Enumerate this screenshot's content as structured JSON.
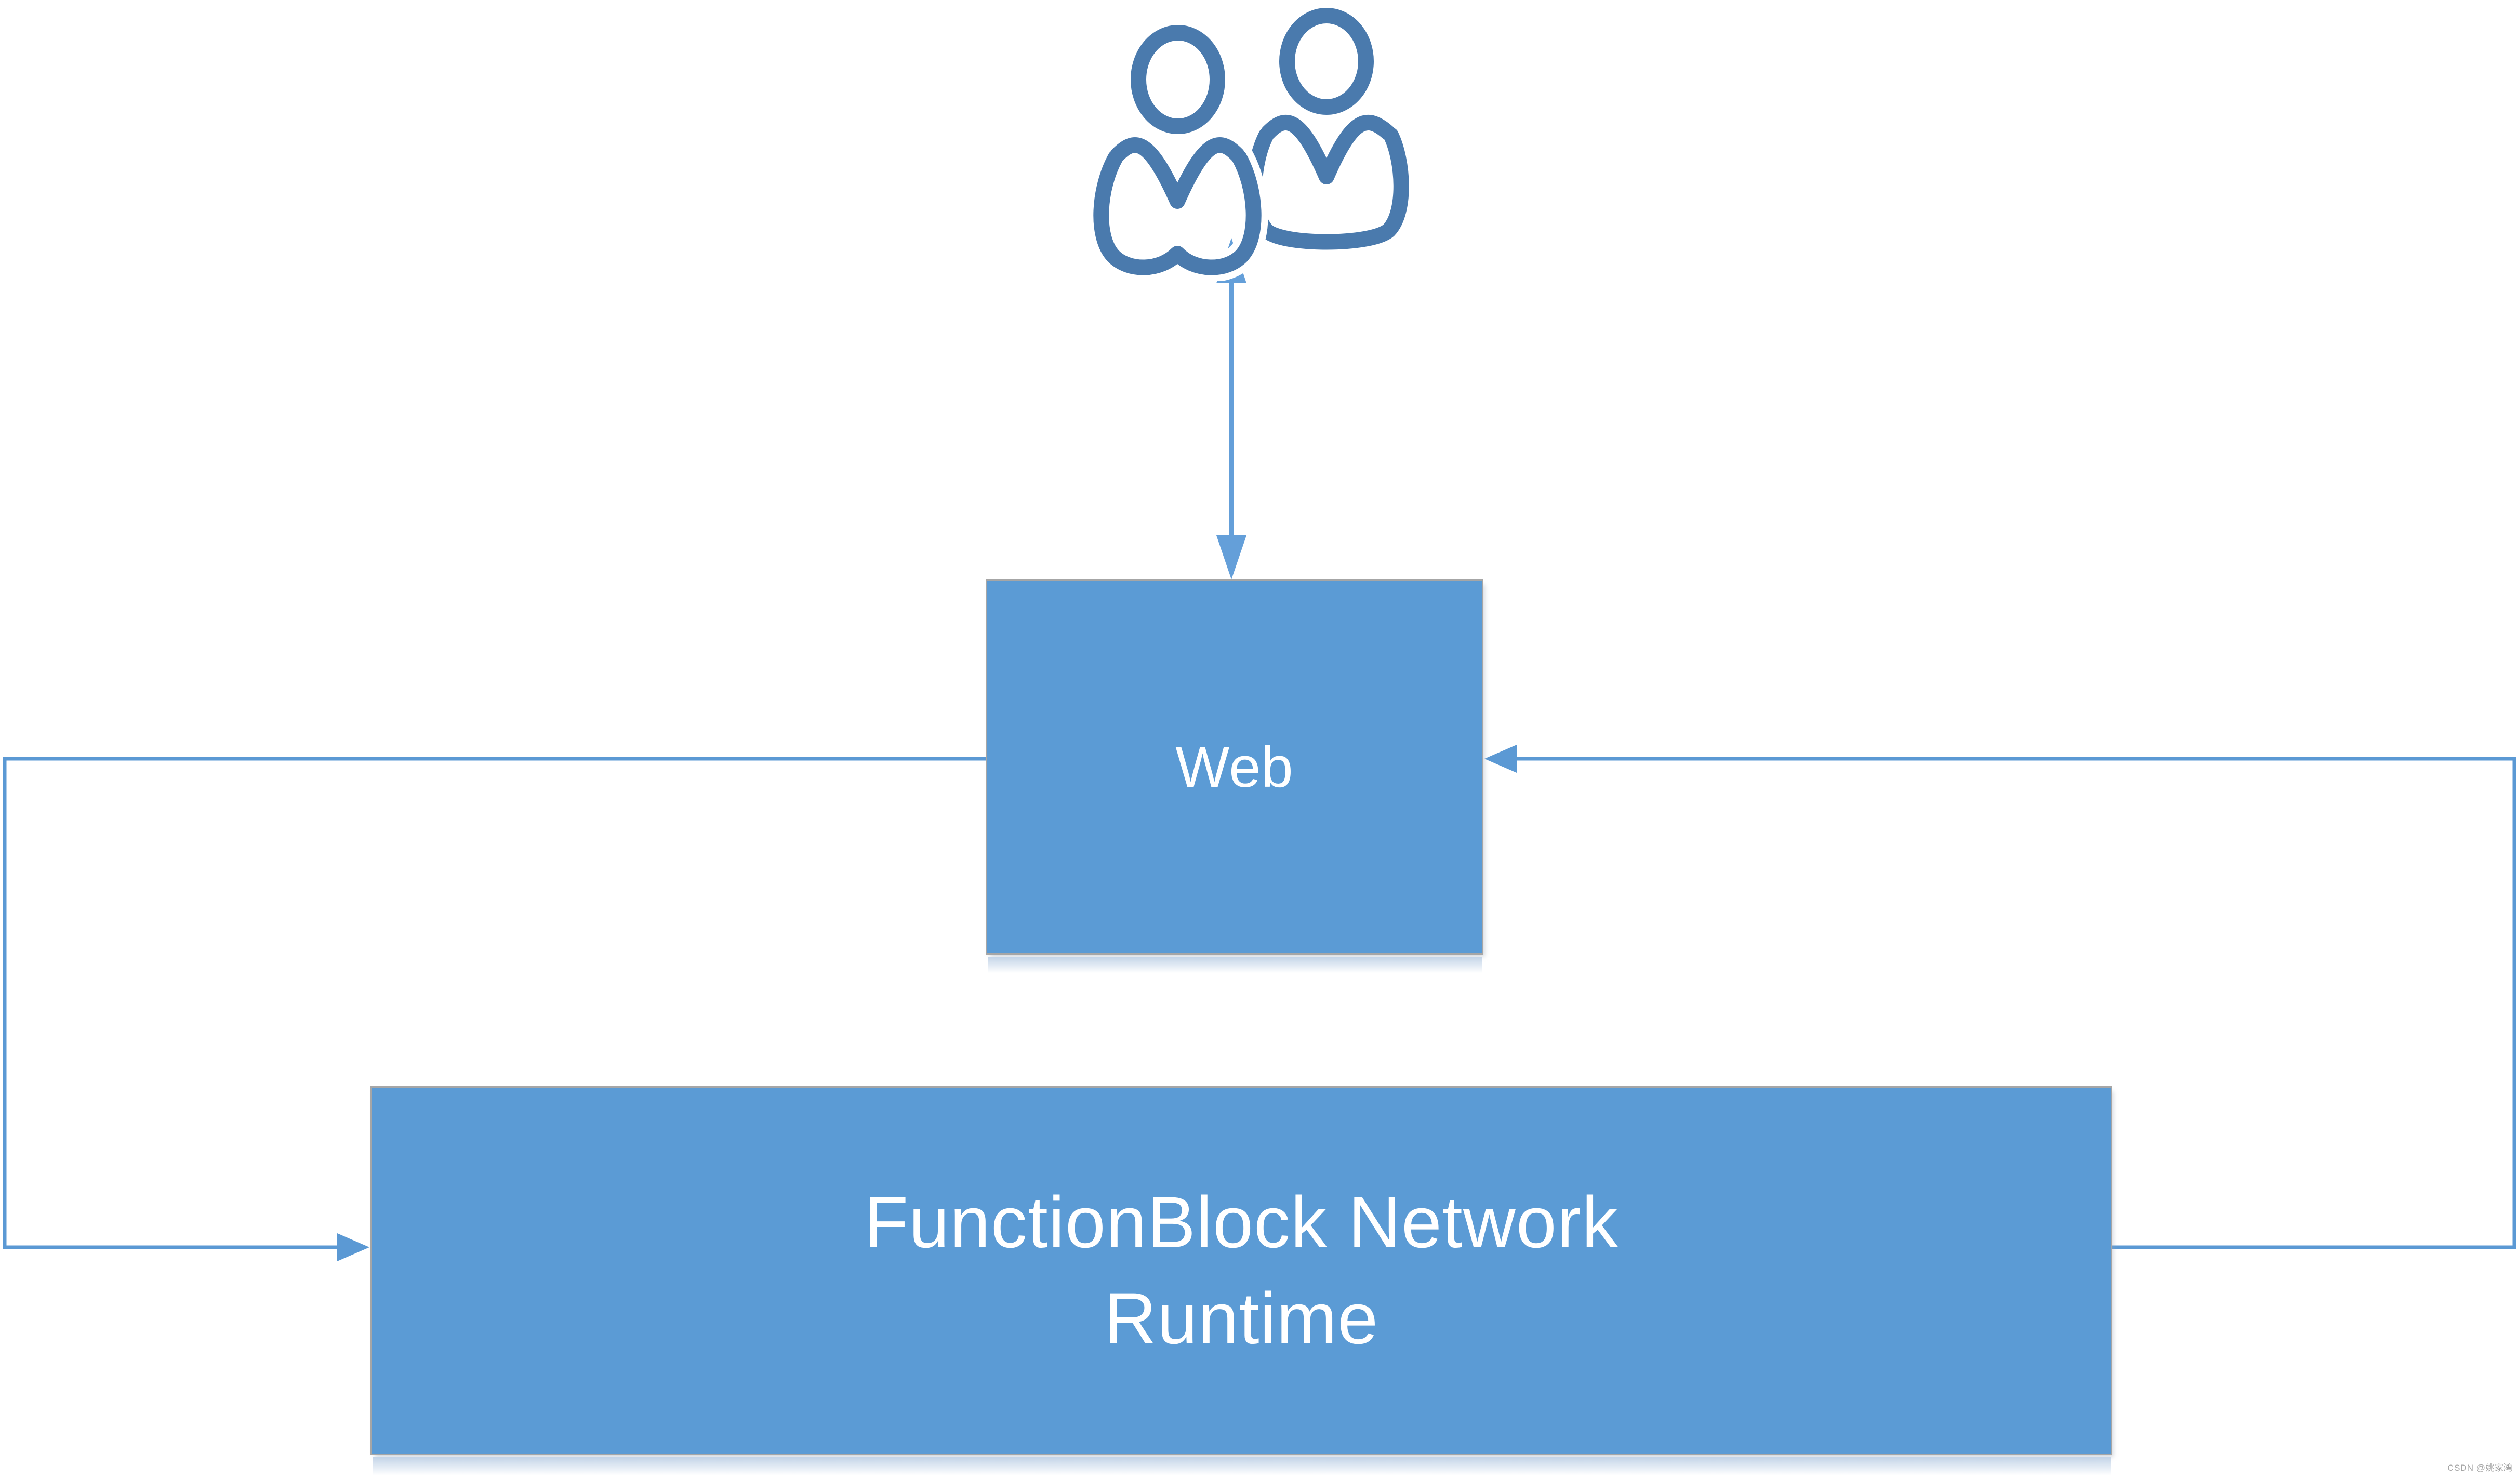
{
  "diagram": {
    "nodes": {
      "web": {
        "label": "Web"
      },
      "runtime": {
        "label": "FunctionBlock Network\nRuntime"
      }
    },
    "icons": {
      "users": "two-people-outline-icon"
    },
    "connectors": [
      {
        "id": "users-web",
        "type": "double-headed-arrow",
        "from": "users-icon",
        "to": "web"
      },
      {
        "id": "web-runtime",
        "type": "elbow-arrow",
        "from": "web",
        "to": "runtime",
        "side": "left"
      },
      {
        "id": "runtime-web",
        "type": "elbow-arrow",
        "from": "runtime",
        "to": "web",
        "side": "right"
      }
    ],
    "colors": {
      "node_fill": "#5b9bd5",
      "node_border": "#a6a6a6",
      "node_text": "#ffffff",
      "connector": "#5b99d4",
      "vertical_arrow": "#649fd9",
      "users_icon": "#4a7aad",
      "watermark": "#a5a5a5"
    },
    "watermark": "CSDN @姚家湾"
  }
}
